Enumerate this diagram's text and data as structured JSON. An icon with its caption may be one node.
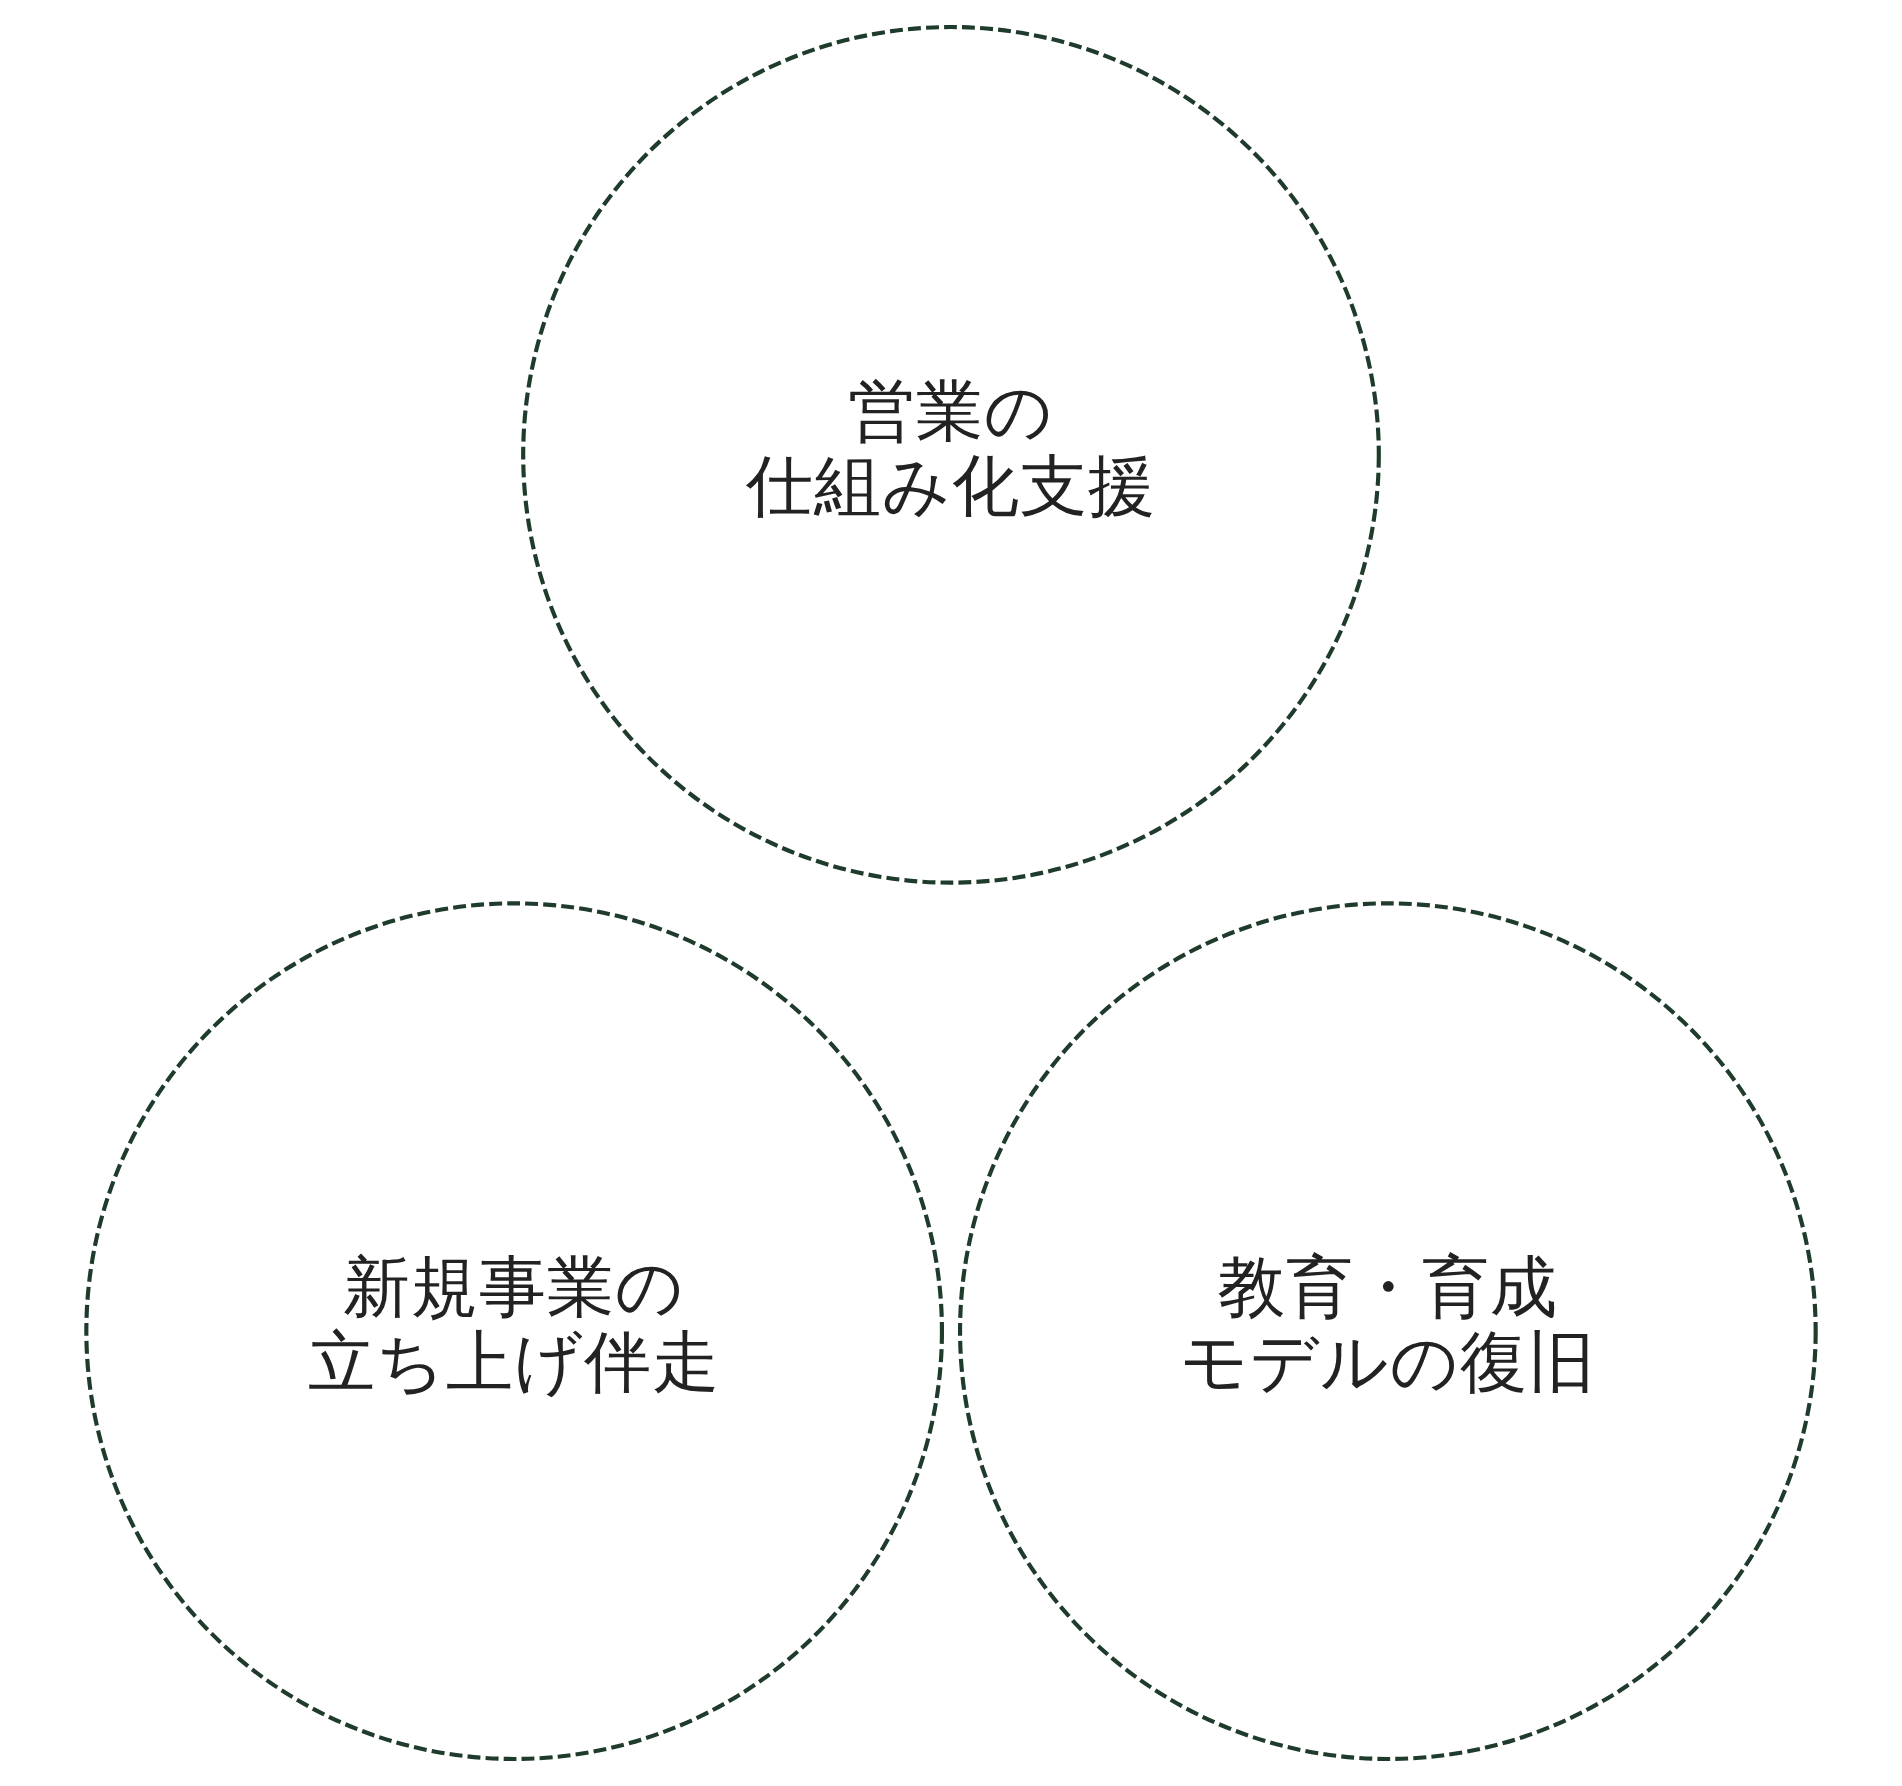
{
  "diagram": {
    "nodes": [
      {
        "text": [
          "営業の仕組み化支援"
        ]
      },
      {
        "text": [
          "新規事業の立ち上げ伴走"
        ]
      },
      {
        "text": [
          "教育・育成モデルの復旧"
        ]
      }
    ]
  }
}
